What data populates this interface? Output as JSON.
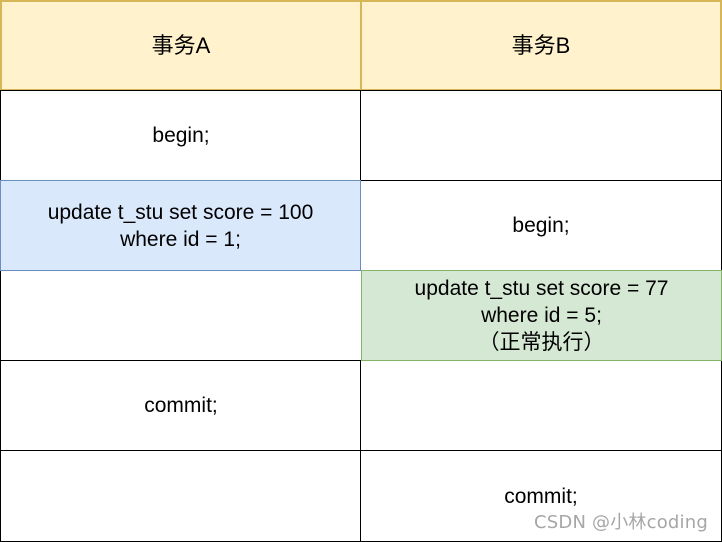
{
  "diagram": {
    "type": "transaction-timeline-table",
    "columns": [
      {
        "id": "A",
        "header": "事务A"
      },
      {
        "id": "B",
        "header": "事务B"
      }
    ],
    "rows": [
      {
        "A": "begin;",
        "B": ""
      },
      {
        "A": "update t_stu set score = 100\nwhere id = 1;",
        "B": "begin;"
      },
      {
        "A": "",
        "B": "update t_stu set score = 77\nwhere id = 5;\n（正常执行）"
      },
      {
        "A": "commit;",
        "B": ""
      },
      {
        "A": "",
        "B": "commit;"
      }
    ],
    "colors": {
      "header_fill": "#fff2cc",
      "header_border": "#d6b656",
      "highlight_a_fill": "#dae8fc",
      "highlight_a_border": "#6c8ebf",
      "highlight_b_fill": "#d5e8d4",
      "highlight_b_border": "#82b366",
      "grid_line": "#000000"
    }
  },
  "watermark": "CSDN @小林coding"
}
